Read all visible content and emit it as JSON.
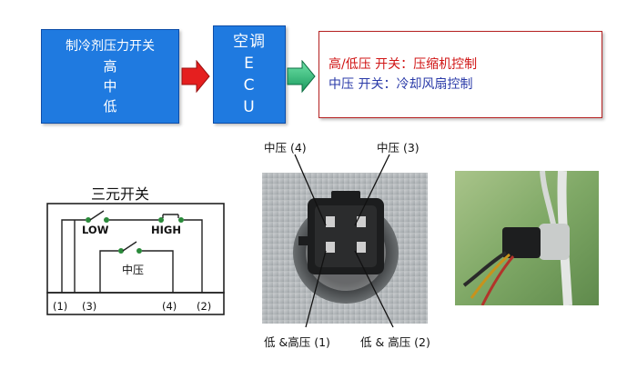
{
  "top": {
    "switch_box": {
      "title": "制冷剂压力开关",
      "levels": [
        "高",
        "中",
        "低"
      ]
    },
    "ecu_box": {
      "lines": [
        "空调",
        "E",
        "C",
        "U"
      ]
    },
    "desc_box": {
      "line1": "高/低压 开关：压缩机控制",
      "line2": "中压 开关：冷却风扇控制"
    },
    "arrow_colors": {
      "red": "#e51f1f",
      "green": "#27c07a"
    }
  },
  "switch_diagram": {
    "title": "三元开关",
    "low_label": "LOW",
    "high_label": "HIGH",
    "mid_label": "中压",
    "pins": [
      "(1)",
      "(3)",
      "(4)",
      "(2)"
    ]
  },
  "connector_photo": {
    "label_mid4": "中压 (4)",
    "label_mid3": "中压 (3)",
    "label_lowhigh1": "低 &高压 (1)",
    "label_lowhigh2": "低 & 高压 (2)"
  },
  "colors": {
    "blue_box": "#1f7ae0",
    "desc_red": "#d01515",
    "desc_blue": "#2a3aa8"
  }
}
